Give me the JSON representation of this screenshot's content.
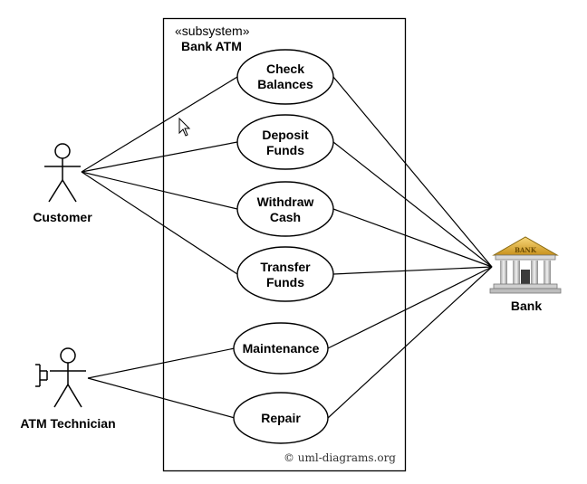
{
  "subsystem": {
    "stereotype": "«subsystem»",
    "name": "Bank ATM"
  },
  "actors": {
    "customer": "Customer",
    "technician": "ATM Technician",
    "bank": "Bank",
    "bank_sign": "BANK"
  },
  "use_cases": {
    "check_balances": [
      "Check",
      "Balances"
    ],
    "deposit_funds": [
      "Deposit",
      "Funds"
    ],
    "withdraw_cash": [
      "Withdraw",
      "Cash"
    ],
    "transfer_funds": [
      "Transfer",
      "Funds"
    ],
    "maintenance": [
      "Maintenance"
    ],
    "repair": [
      "Repair"
    ]
  },
  "copyright": "© uml-diagrams.org",
  "icons": {
    "cursor": "mouse-pointer-icon",
    "bank": "bank-building-icon"
  }
}
